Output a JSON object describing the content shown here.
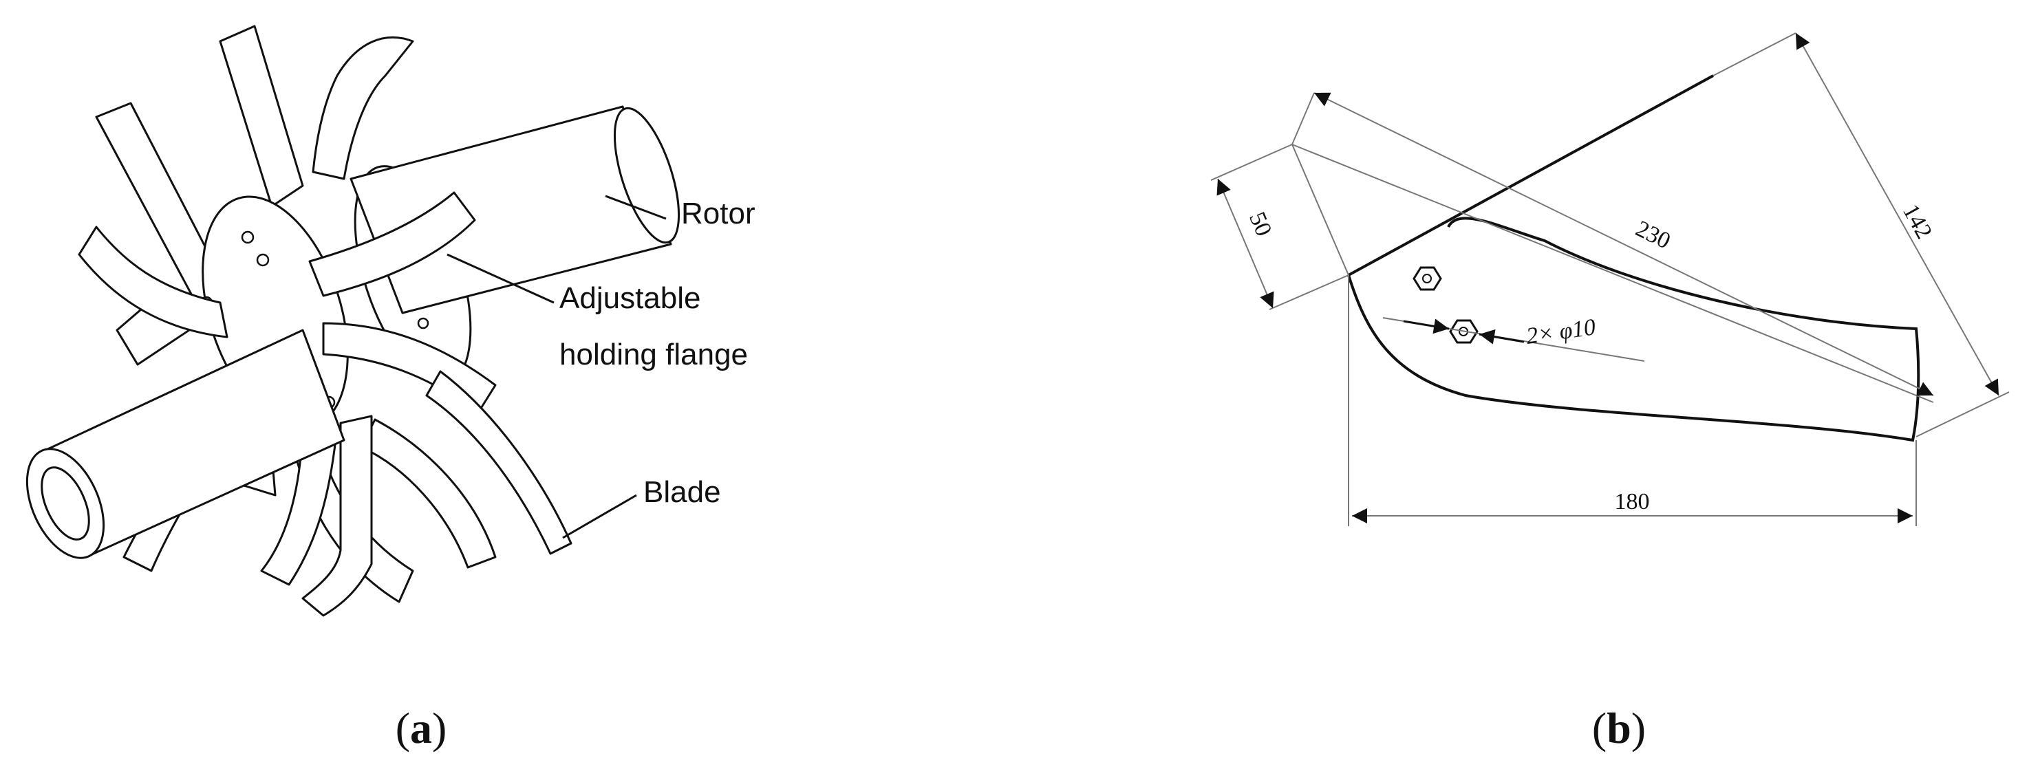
{
  "panel_a": {
    "label_open": "(",
    "label_letter": "a",
    "label_close": ")",
    "callouts": {
      "rotor": "Rotor",
      "flange_line1": "Adjustable",
      "flange_line2": "holding flange",
      "blade": "Blade"
    }
  },
  "panel_b": {
    "label_open": "(",
    "label_letter": "b",
    "label_close": ")",
    "dimensions": {
      "length": "230",
      "height": "142",
      "width": "50",
      "base": "180",
      "holes": "2× φ10"
    }
  },
  "colors": {
    "line": "#111111",
    "dimension_line": "#777777",
    "background": "#ffffff"
  }
}
